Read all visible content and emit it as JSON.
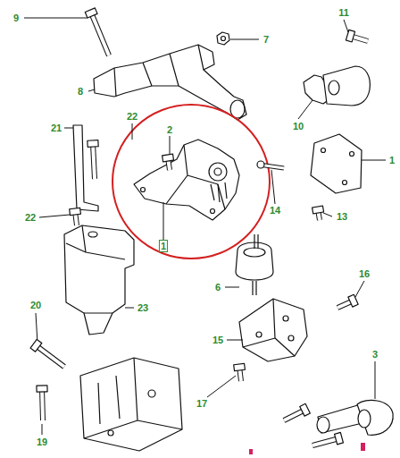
{
  "diagram": {
    "labels": [
      "9",
      "7",
      "11",
      "8",
      "10",
      "2",
      "21",
      "22",
      "22",
      "14",
      "1",
      "13",
      "1",
      "6",
      "16",
      "15",
      "23",
      "20",
      "3",
      "17",
      "19"
    ]
  }
}
